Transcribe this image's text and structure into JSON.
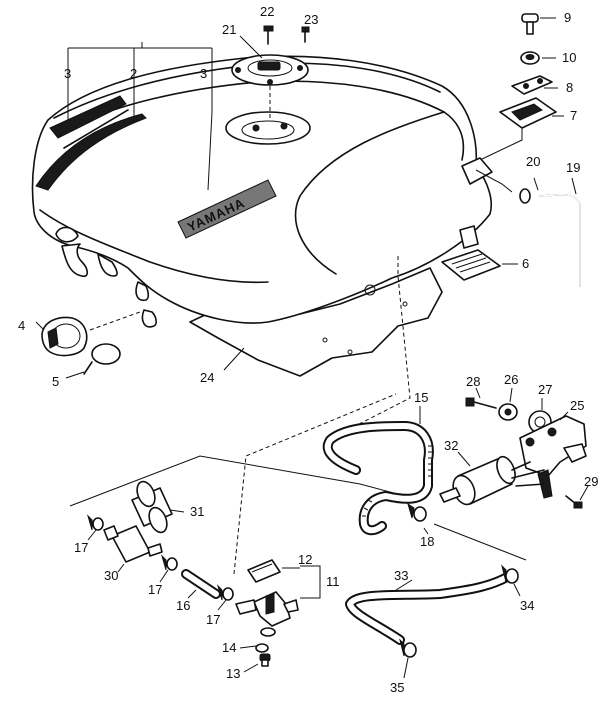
{
  "tank": {
    "brand_label": "YAMAHA"
  },
  "callouts": [
    {
      "id": "22",
      "label": "22"
    },
    {
      "id": "23",
      "label": "23"
    },
    {
      "id": "21",
      "label": "21"
    },
    {
      "id": "9",
      "label": "9"
    },
    {
      "id": "10",
      "label": "10"
    },
    {
      "id": "8",
      "label": "8"
    },
    {
      "id": "7",
      "label": "7"
    },
    {
      "id": "3a",
      "label": "3"
    },
    {
      "id": "2",
      "label": "2"
    },
    {
      "id": "3b",
      "label": "3"
    },
    {
      "id": "20",
      "label": "20"
    },
    {
      "id": "19",
      "label": "19"
    },
    {
      "id": "6",
      "label": "6"
    },
    {
      "id": "4",
      "label": "4"
    },
    {
      "id": "5",
      "label": "5"
    },
    {
      "id": "24",
      "label": "24"
    },
    {
      "id": "28",
      "label": "28"
    },
    {
      "id": "26",
      "label": "26"
    },
    {
      "id": "27",
      "label": "27"
    },
    {
      "id": "25",
      "label": "25"
    },
    {
      "id": "15",
      "label": "15"
    },
    {
      "id": "32",
      "label": "32"
    },
    {
      "id": "29",
      "label": "29"
    },
    {
      "id": "31",
      "label": "31"
    },
    {
      "id": "18",
      "label": "18"
    },
    {
      "id": "17a",
      "label": "17"
    },
    {
      "id": "30",
      "label": "30"
    },
    {
      "id": "17b",
      "label": "17"
    },
    {
      "id": "16",
      "label": "16"
    },
    {
      "id": "17c",
      "label": "17"
    },
    {
      "id": "12",
      "label": "12"
    },
    {
      "id": "11",
      "label": "11"
    },
    {
      "id": "33",
      "label": "33"
    },
    {
      "id": "34",
      "label": "34"
    },
    {
      "id": "14",
      "label": "14"
    },
    {
      "id": "13",
      "label": "13"
    },
    {
      "id": "35",
      "label": "35"
    }
  ]
}
